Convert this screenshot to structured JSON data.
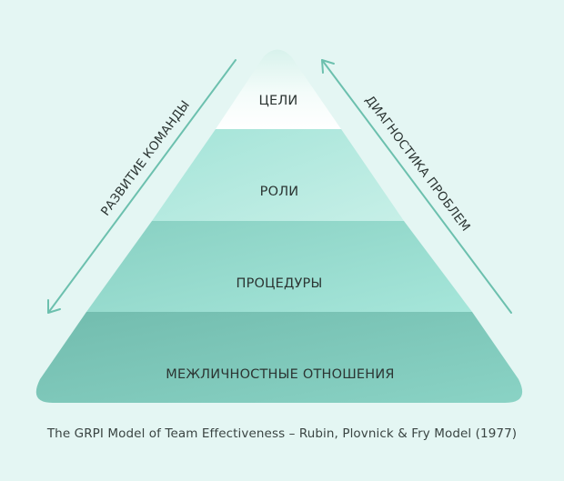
{
  "pyramid": {
    "levels": [
      {
        "label": "ЦЕЛИ"
      },
      {
        "label": "РОЛИ"
      },
      {
        "label": "ПРОЦЕДУРЫ"
      },
      {
        "label": "МЕЖЛИЧНОСТНЫЕ ОТНОШЕНИЯ"
      }
    ]
  },
  "arrows": {
    "left": {
      "label": "РАЗВИТИЕ КОМАНДЫ",
      "direction": "down"
    },
    "right": {
      "label": "ДИАГНОСТИКА ПРОБЛЕМ",
      "direction": "up"
    }
  },
  "caption": "The GRPI Model of Team Effectiveness – Rubin, Plovnick & Fry Model (1977)",
  "colors": {
    "background": "#e4f6f3",
    "arrow": "#6cc0ae",
    "level_top_start": "#ffffff",
    "level_top_end": "#d2f1ea",
    "level_2_start": "#a4e4d8",
    "level_2_end": "#c6efe7",
    "level_3_start": "#88d0c2",
    "level_3_end": "#a6e6da",
    "level_4_start": "#72bcae",
    "level_4_end": "#8ad3c5"
  }
}
